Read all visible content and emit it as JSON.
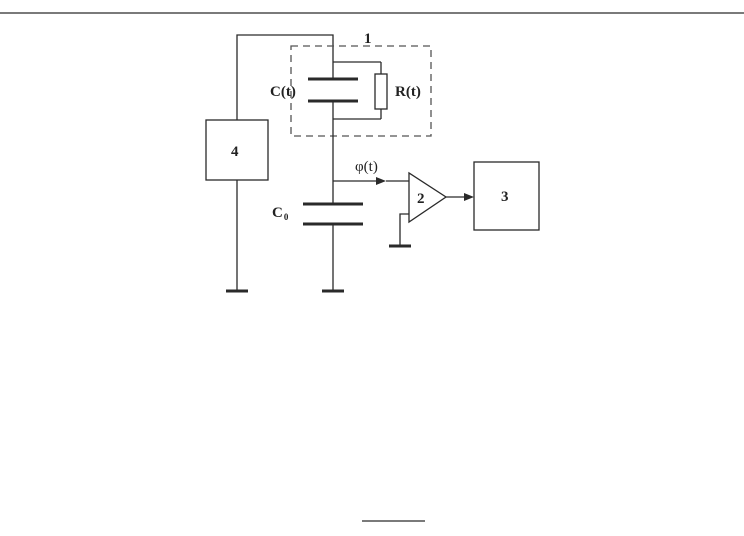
{
  "diagram": {
    "labels": {
      "block_1": "1",
      "block_2": "2",
      "block_3": "3",
      "block_4": "4",
      "capacitor_ct": "C(t)",
      "resistor_rt": "R(t)",
      "capacitor_c0": "C",
      "capacitor_c0_subscript": "0",
      "signal_phi": "φ(t)"
    }
  },
  "colors": {
    "line": "#2a2a2a",
    "dashed_border": "#555555",
    "background": "#ffffff"
  }
}
